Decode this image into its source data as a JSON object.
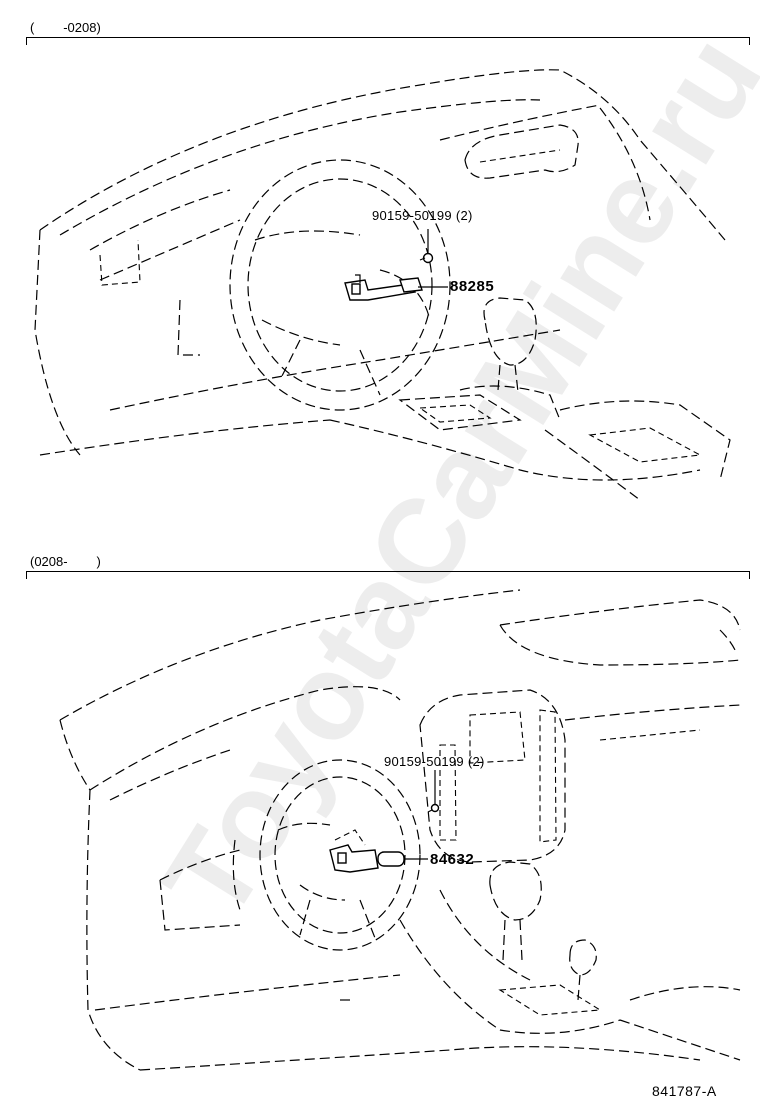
{
  "sections": [
    {
      "range_label": "(        -0208)",
      "bolt_part": "90159-50199 (2)",
      "switch_part": "88285"
    },
    {
      "range_label": "(0208-        )",
      "bolt_part": "90159-50199 (2)",
      "switch_part": "84632"
    }
  ],
  "figure_id": "841787-A",
  "watermark": "ToyotaCarMine.ru"
}
